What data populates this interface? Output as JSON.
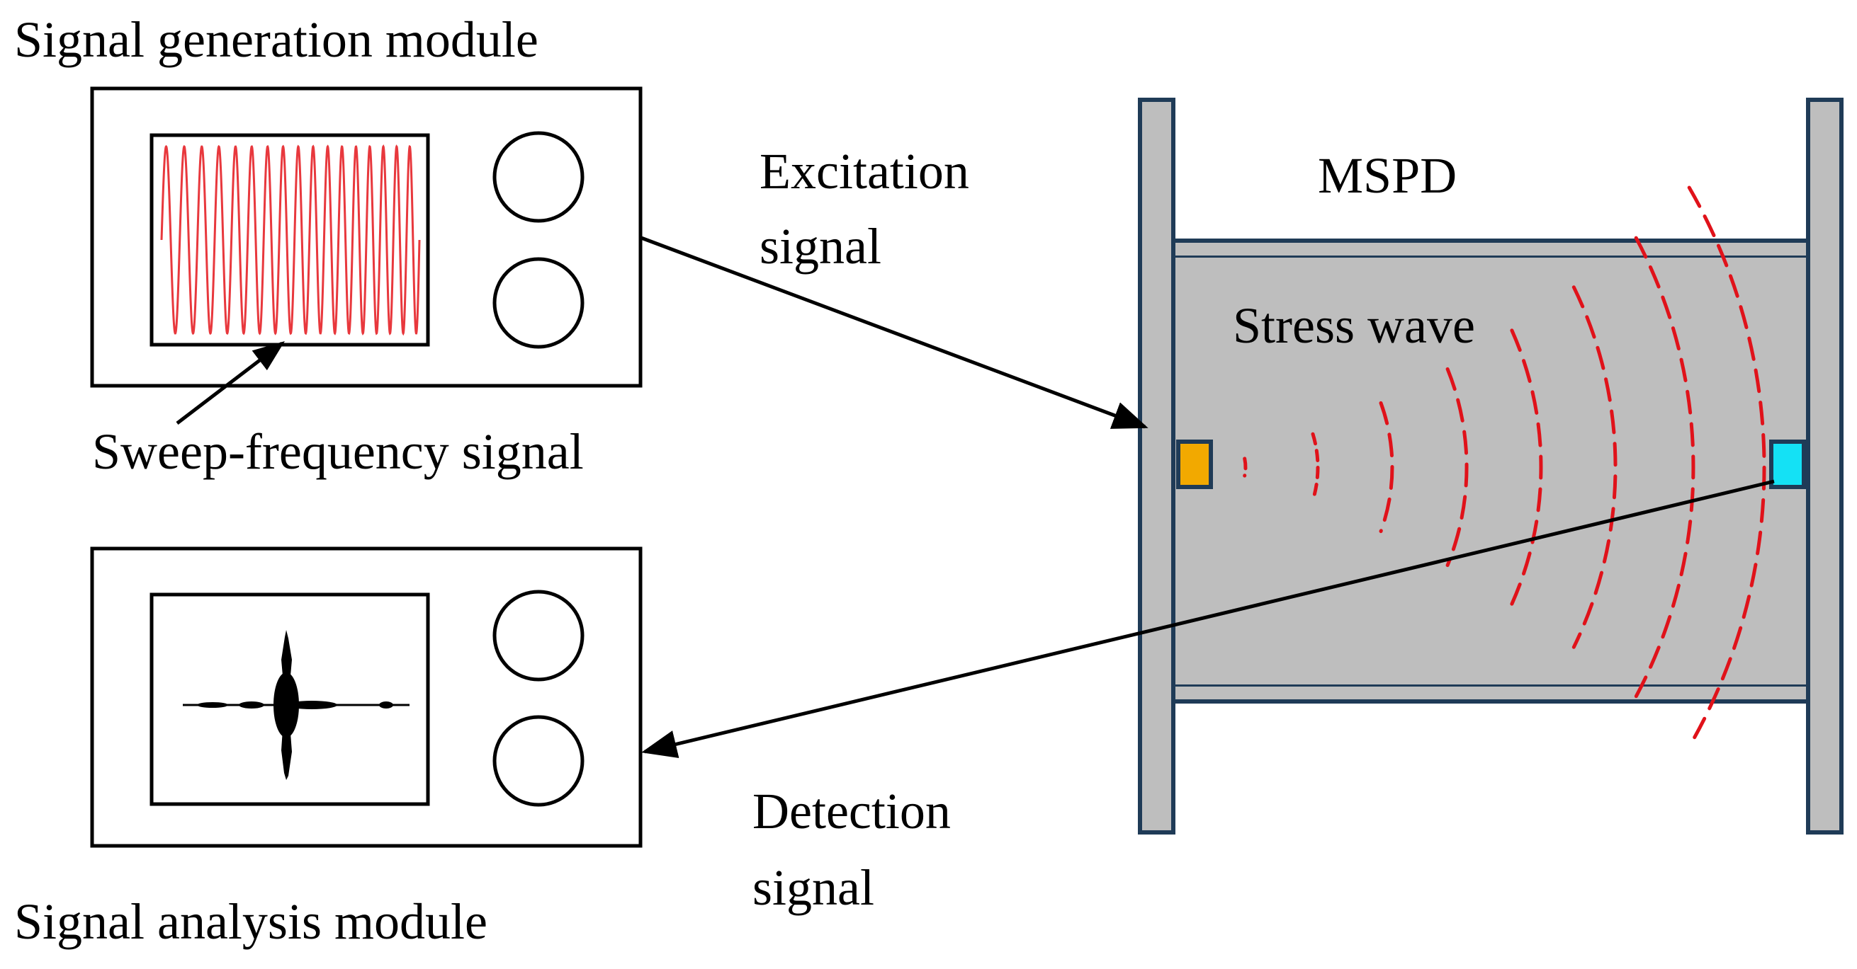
{
  "labels": {
    "signal_generation_module": "Signal generation module",
    "sweep_frequency_signal": "Sweep-frequency signal",
    "signal_analysis_module": "Signal analysis module",
    "excitation_signal_line1": "Excitation",
    "excitation_signal_line2": "signal",
    "detection_signal_line1": "Detection",
    "detection_signal_line2": "signal",
    "mspd": "MSPD",
    "stress_wave": "Stress wave"
  },
  "colors": {
    "line": "#000000",
    "steel_fill": "#BEBEBE",
    "steel_outline": "#1F3B57",
    "sweep_wave": "#E8383D",
    "stress_wave": "#E0121A",
    "transmitter": "#F2A900",
    "receiver": "#14E1F5"
  },
  "icons": {
    "module_knob": "circle-knob-icon",
    "transmitter": "transmitter-sensor-icon",
    "receiver": "receiver-sensor-icon"
  }
}
